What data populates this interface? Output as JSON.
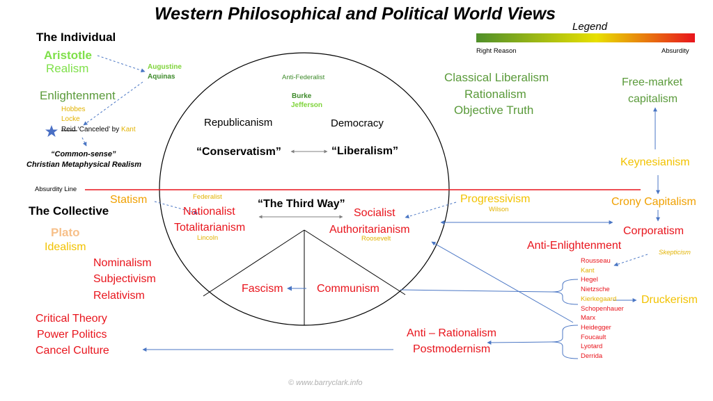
{
  "title": "Western Philosophical and Political World Views",
  "legend": {
    "title": "Legend",
    "left_label": "Right Reason",
    "right_label": "Absurdity",
    "gradient_start": "#4f8f2a",
    "gradient_mid": "#e8e000",
    "gradient_end": "#e8141c"
  },
  "left_top": {
    "individual": "The Individual",
    "aristotle": "Aristotle",
    "realism": "Realism",
    "augustine": "Augustine",
    "aquinas": "Aquinas",
    "enlightenment": "Enlightenment",
    "hobbes": "Hobbes",
    "locke": "Locke",
    "reid": "Reid",
    "canceled_by": "‘Canceled’ by ",
    "kant": "Kant",
    "common_sense": "“Common-sense”",
    "christian_realism": "Christian Metaphysical Realism"
  },
  "absurdity_line": "Absurdity Line",
  "circle_top": {
    "anti_federalist": "Anti-Federalist",
    "burke": "Burke",
    "jefferson": "Jefferson",
    "republicanism": "Republicanism",
    "democracy": "Democracy",
    "conservatism": "“Conservatism”",
    "liberalism": "“Liberalism”"
  },
  "circle_bottom": {
    "third_way": "“The Third Way”",
    "federalist": "Federalist",
    "nationalist": "Nationalist",
    "totalitarianism": "Totalitarianism",
    "lincoln": "Lincoln",
    "socialist": "Socialist",
    "authoritarianism": "Authoritarianism",
    "roosevelt": "Roosevelt",
    "fascism": "Fascism",
    "communism": "Communism"
  },
  "left_bottom": {
    "statism": "Statism",
    "collective": "The Collective",
    "plato": "Plato",
    "idealism": "Idealism",
    "nominalism": "Nominalism",
    "subjectivism": "Subjectivism",
    "relativism": "Relativism",
    "critical_theory": "Critical Theory",
    "power_politics": "Power Politics",
    "cancel_culture": "Cancel Culture"
  },
  "right_top": {
    "classical_liberalism": "Classical Liberalism",
    "rationalism": "Rationalism",
    "objective_truth": "Objective Truth",
    "free_market_1": "Free-market",
    "free_market_2": "capitalism",
    "keynesianism": "Keynesianism"
  },
  "right_bottom": {
    "progressivism": "Progressivism",
    "wilson": "Wilson",
    "crony_capitalism": "Crony Capitalism",
    "corporatism": "Corporatism",
    "anti_enlightenment": "Anti-Enlightenment",
    "skepticism": "Skepticism",
    "thinkers": [
      "Rousseau",
      "Kant",
      "Hegel",
      "Nietzsche",
      "Kierkegaard",
      "Schopenhauer",
      "Marx",
      "Heidegger",
      "Foucault",
      "Lyotard",
      "Derrida"
    ],
    "druckerism": "Druckerism",
    "anti_rationalism": "Anti – Rationalism",
    "postmodernism": "Postmodernism"
  },
  "copyright": "© www.barryclark.info"
}
